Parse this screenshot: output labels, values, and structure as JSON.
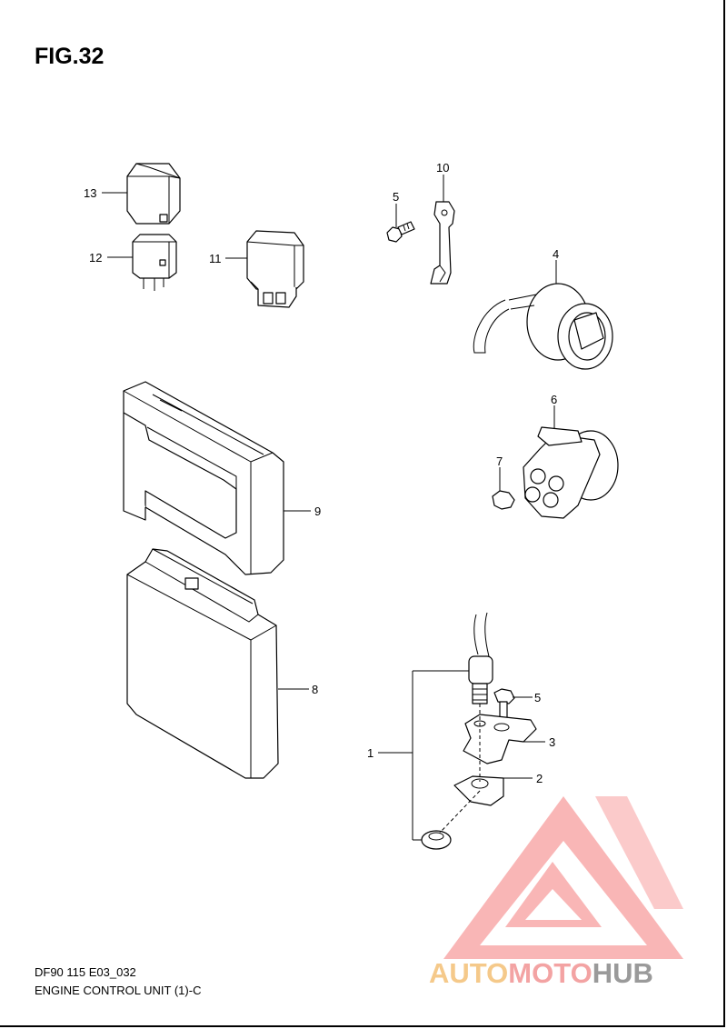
{
  "figure": {
    "title": "FIG.32",
    "diagram_code": "DF90 115 E03_032",
    "diagram_name": "ENGINE CONTROL UNIT (1)-C"
  },
  "callouts": [
    {
      "id": "c1",
      "label": "1"
    },
    {
      "id": "c2",
      "label": "2"
    },
    {
      "id": "c3",
      "label": "3"
    },
    {
      "id": "c4",
      "label": "4"
    },
    {
      "id": "c5a",
      "label": "5"
    },
    {
      "id": "c5b",
      "label": "5"
    },
    {
      "id": "c6",
      "label": "6"
    },
    {
      "id": "c7",
      "label": "7"
    },
    {
      "id": "c8",
      "label": "8"
    },
    {
      "id": "c9",
      "label": "9"
    },
    {
      "id": "c10",
      "label": "10"
    },
    {
      "id": "c11",
      "label": "11"
    },
    {
      "id": "c12",
      "label": "12"
    },
    {
      "id": "c13",
      "label": "13"
    }
  ],
  "watermark": {
    "part1": "AUTO",
    "part2": "MOTO",
    "part3": "HUB",
    "colors": {
      "auto": "#f5c98a",
      "moto": "#f3a3a3",
      "hub": "#9a9a9a",
      "triangle": "#f58e8e"
    }
  }
}
